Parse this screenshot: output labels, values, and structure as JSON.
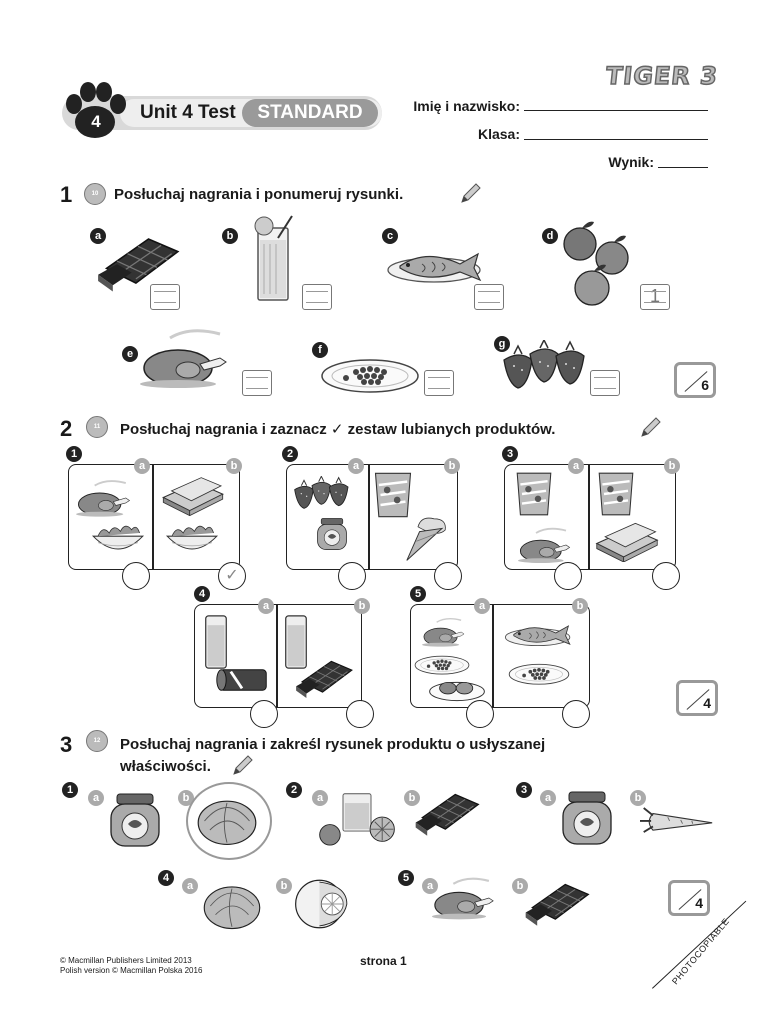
{
  "header": {
    "logo_text": "TIGER 3",
    "unit_number": "4",
    "unit_title": "Unit 4 Test",
    "level": "STANDARD",
    "name_label": "Imię i nazwisko:",
    "class_label": "Klasa:",
    "score_label": "Wynik:"
  },
  "exercises": [
    {
      "number": "1",
      "cd": "10",
      "instruction": "Posłuchaj nagrania i ponumeruj rysunki.",
      "items": [
        {
          "letter": "a",
          "picture": "chocolate-bar",
          "answer": ""
        },
        {
          "letter": "b",
          "picture": "glass-of-juice",
          "answer": ""
        },
        {
          "letter": "c",
          "picture": "fish-on-plate",
          "answer": ""
        },
        {
          "letter": "d",
          "picture": "apples",
          "answer": "1"
        },
        {
          "letter": "e",
          "picture": "roast-chicken",
          "answer": ""
        },
        {
          "letter": "f",
          "picture": "peas-on-plate",
          "answer": ""
        },
        {
          "letter": "g",
          "picture": "strawberries",
          "answer": ""
        }
      ],
      "max_score": "6"
    },
    {
      "number": "2",
      "cd": "11",
      "instruction": "Posłuchaj nagrania i zaznacz ✓ zestaw lubianych produktów.",
      "option_a": "a",
      "option_b": "b",
      "sets": [
        {
          "number": "1",
          "a": [
            "roast-chicken",
            "salad"
          ],
          "b": [
            "sandwich",
            "salad"
          ],
          "checked": "b"
        },
        {
          "number": "2",
          "a": [
            "strawberries",
            "jam-jar"
          ],
          "b": [
            "crisps",
            "ice-cream"
          ],
          "checked": ""
        },
        {
          "number": "3",
          "a": [
            "crisps",
            "roast-chicken"
          ],
          "b": [
            "crisps",
            "sandwich"
          ],
          "checked": ""
        },
        {
          "number": "4",
          "a": [
            "glass",
            "cola-can"
          ],
          "b": [
            "glass",
            "chocolate-bar"
          ],
          "checked": ""
        },
        {
          "number": "5",
          "a": [
            "roast-chicken",
            "peas",
            "potatoes"
          ],
          "b": [
            "fish",
            "peas"
          ],
          "checked": ""
        }
      ],
      "check_mark": "✓",
      "max_score": "4"
    },
    {
      "number": "3",
      "cd": "12",
      "instruction_line1": "Posłuchaj nagrania i zakreśl rysunek produktu o usłyszanej",
      "instruction_line2": "właściwości.",
      "option_a": "a",
      "option_b": "b",
      "items": [
        {
          "number": "1",
          "a": "jam-jar",
          "b": "cabbage",
          "circled": "b"
        },
        {
          "number": "2",
          "a": "orange-juice",
          "b": "chocolate-bar",
          "circled": ""
        },
        {
          "number": "3",
          "a": "jam-jar",
          "b": "carrot",
          "circled": ""
        },
        {
          "number": "4",
          "a": "cabbage",
          "b": "grapefruit",
          "circled": ""
        },
        {
          "number": "5",
          "a": "roast-chicken",
          "b": "chocolate-bar",
          "circled": ""
        }
      ],
      "max_score": "4"
    }
  ],
  "footer": {
    "copyright_line1": "© Macmillan Publishers Limited 2013",
    "copyright_line2": "Polish version © Macmillan Polska 2016",
    "page": "strona 1",
    "photocopiable": "PHOTOCOPIABLE"
  }
}
